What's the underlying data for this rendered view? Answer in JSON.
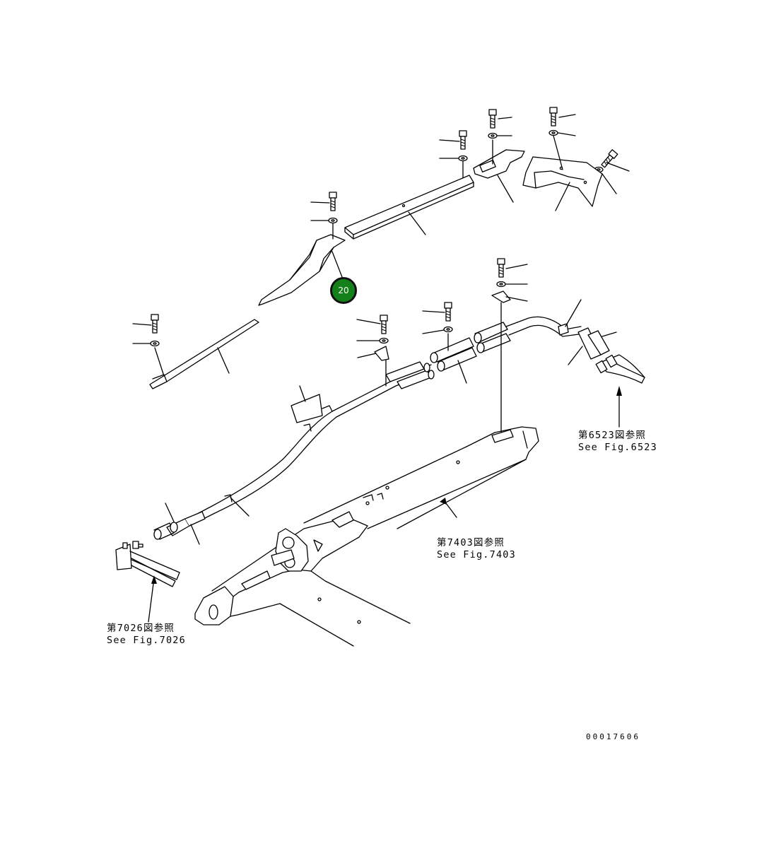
{
  "diagram": {
    "callout": {
      "number": "20"
    },
    "references": [
      {
        "line1": "第6523図参照",
        "line2": "See Fig.6523"
      },
      {
        "line1": "第7403図参照",
        "line2": "See Fig.7403"
      },
      {
        "line1": "第7026図参照",
        "line2": "See Fig.7026"
      }
    ],
    "drawing_code": "00017606"
  }
}
